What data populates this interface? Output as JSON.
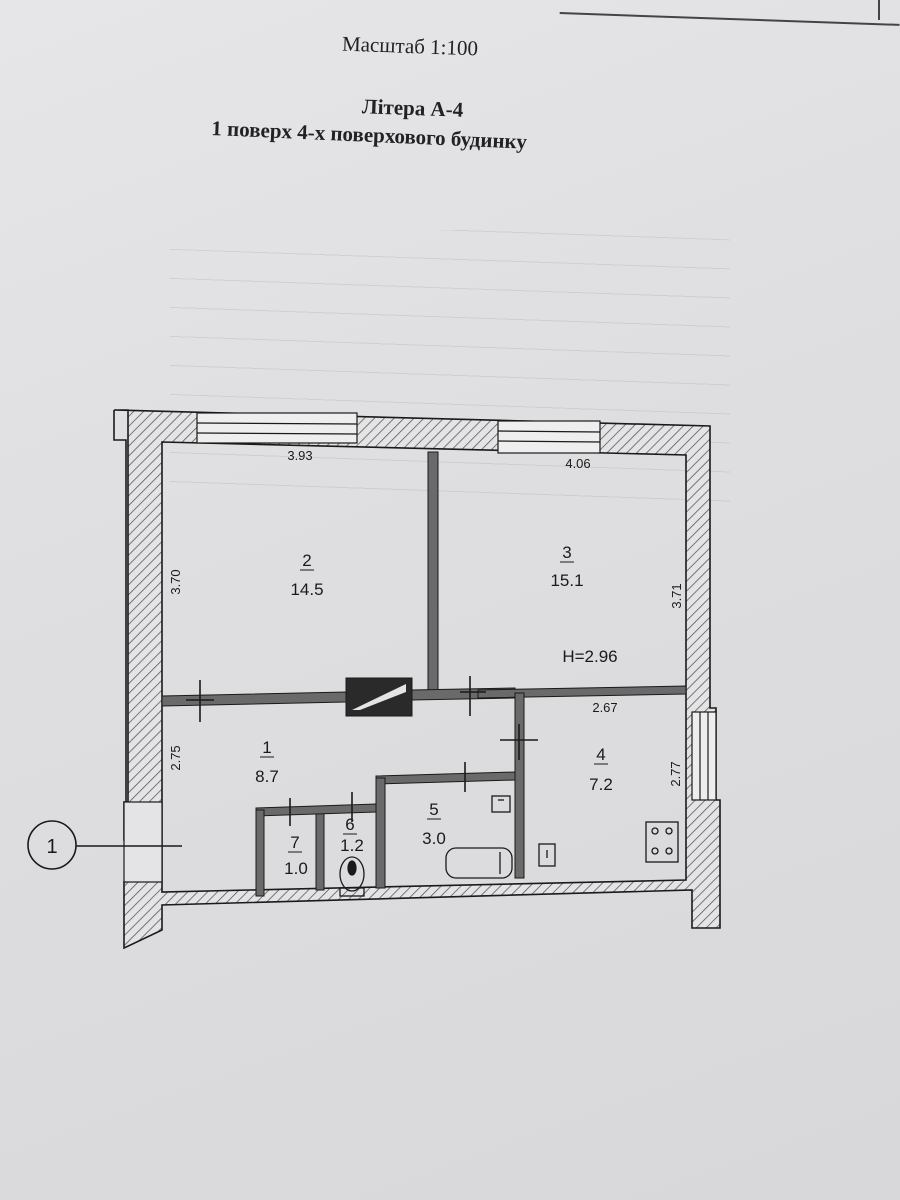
{
  "header": {
    "scale": "Масштаб 1:100",
    "litera": "Літера А-4",
    "subtitle": "1 поверх 4-х поверхового будинку"
  },
  "plan": {
    "entrance_marker": "1",
    "ceiling_height": "H=2.96",
    "rooms": [
      {
        "number": "1",
        "area": "8.7"
      },
      {
        "number": "2",
        "area": "14.5"
      },
      {
        "number": "3",
        "area": "15.1"
      },
      {
        "number": "4",
        "area": "7.2"
      },
      {
        "number": "5",
        "area": "3.0"
      },
      {
        "number": "6",
        "area": "1.2"
      },
      {
        "number": "7",
        "area": "1.0"
      }
    ],
    "dimensions": {
      "room2_width": "3.93",
      "room3_width": "4.06",
      "room2_depth": "3.70",
      "room3_depth": "3.71",
      "room4_width": "2.67",
      "room1_depth": "2.75",
      "room4_depth": "2.77"
    }
  },
  "colors": {
    "wall_hatch": "#5a5a5a",
    "partition_fill": "#6a6a6a",
    "line": "#1a1a1a",
    "paper": "#e2e2e4"
  }
}
